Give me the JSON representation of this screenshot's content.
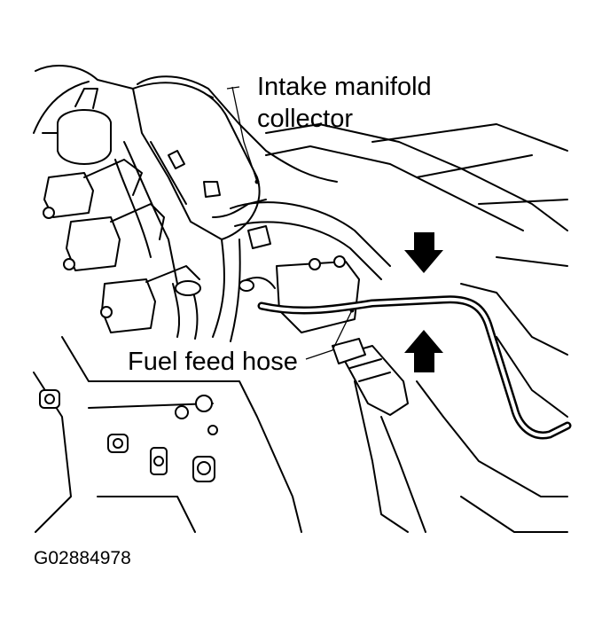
{
  "labels": {
    "intake_line1": "Intake manifold",
    "intake_line2": "collector",
    "fuel_feed_hose": "Fuel feed hose",
    "figure_id": "G02884978"
  },
  "icons": [
    "arrow-down-icon",
    "arrow-up-icon"
  ],
  "colors": {
    "line": "#000000",
    "background": "#ffffff"
  }
}
